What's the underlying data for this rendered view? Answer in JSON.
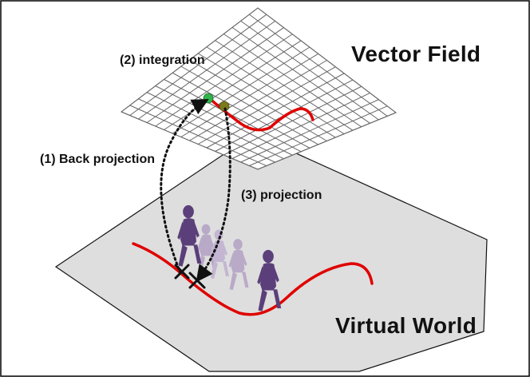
{
  "labels": {
    "integration": "(2) integration",
    "back_projection": "(1) Back projection",
    "projection": "(3) projection",
    "vector_field": "Vector Field",
    "virtual_world": "Virtual World"
  },
  "colors": {
    "background": "#ffffff",
    "plane_fill": "#dedede",
    "grid_lines": "#555555",
    "trajectory": "#e00000",
    "figure_main": "#5b3f7a",
    "figure_ghost": "#b8a9c7",
    "sample_point_green": "#2fb34a",
    "sample_point_olive": "#7d7a1e",
    "arrow": "#111111"
  },
  "icons": [
    "walking-person-figure",
    "cross-marker",
    "dotted-arrow"
  ]
}
